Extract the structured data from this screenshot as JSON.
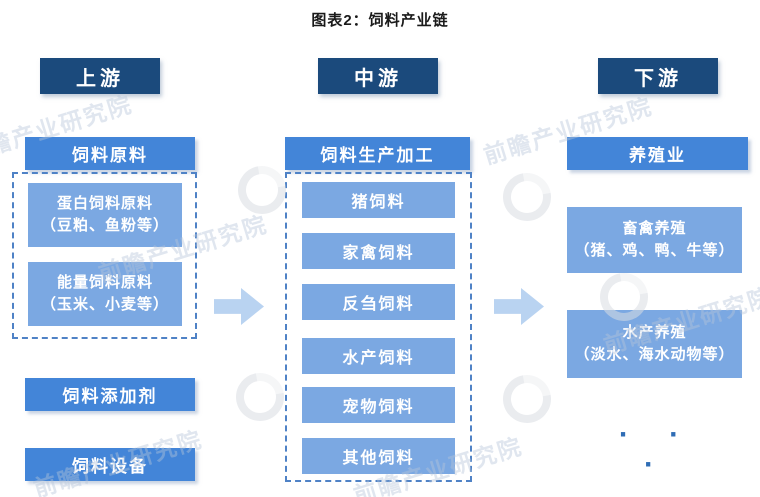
{
  "title": "图表2：饲料产业链",
  "watermark": {
    "text": "前瞻产业研究院"
  },
  "colors": {
    "header_bg": "#1b4a7c",
    "bar_bg": "#4385d8",
    "item_bg": "#7ba8e2",
    "arrow": "#b9d3f1",
    "dash_border": "#4f82c6"
  },
  "columns": [
    {
      "header": "上游",
      "bar": "饲料原料",
      "group_items": [
        {
          "line1": "蛋白饲料原料",
          "line2": "（豆粕、鱼粉等）"
        },
        {
          "line1": "能量饲料原料",
          "line2": "（玉米、小麦等）"
        }
      ],
      "extra_bars": [
        "饲料添加剂",
        "饲料设备"
      ]
    },
    {
      "header": "中游",
      "bar": "饲料生产加工",
      "group_items": [
        {
          "line1": "猪饲料"
        },
        {
          "line1": "家禽饲料"
        },
        {
          "line1": "反刍饲料"
        },
        {
          "line1": "水产饲料"
        },
        {
          "line1": "宠物饲料"
        },
        {
          "line1": "其他饲料"
        }
      ]
    },
    {
      "header": "下游",
      "bar": "养殖业",
      "group_items": [
        {
          "line1": "畜禽养殖",
          "line2": "（猪、鸡、鸭、牛等）"
        },
        {
          "line1": "水产养殖",
          "line2": "（淡水、海水动物等）"
        }
      ],
      "ellipsis": "· · ·"
    }
  ]
}
